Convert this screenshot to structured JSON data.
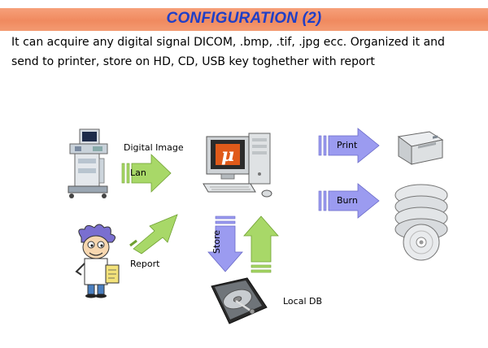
{
  "header": {
    "title": "CONFIGURATION (2)"
  },
  "description": {
    "line1": "It can acquire any digital signal DICOM, .bmp, .tif, .jpg ecc. Organized it and",
    "line2": "send to printer, store on HD, CD, USB key  toghether with report"
  },
  "diagram": {
    "labels": {
      "digital_image": "Digital Image",
      "report": "Report",
      "local_db": "Local DB"
    },
    "arrows": {
      "lan": "Lan",
      "print": "Print",
      "burn": "Burn",
      "store": "Store"
    },
    "colors": {
      "green_arrow": "#a8d868",
      "purple_arrow": "#9b9bf0",
      "banner": "#f08a5f",
      "title": "#1f3fc7"
    }
  }
}
